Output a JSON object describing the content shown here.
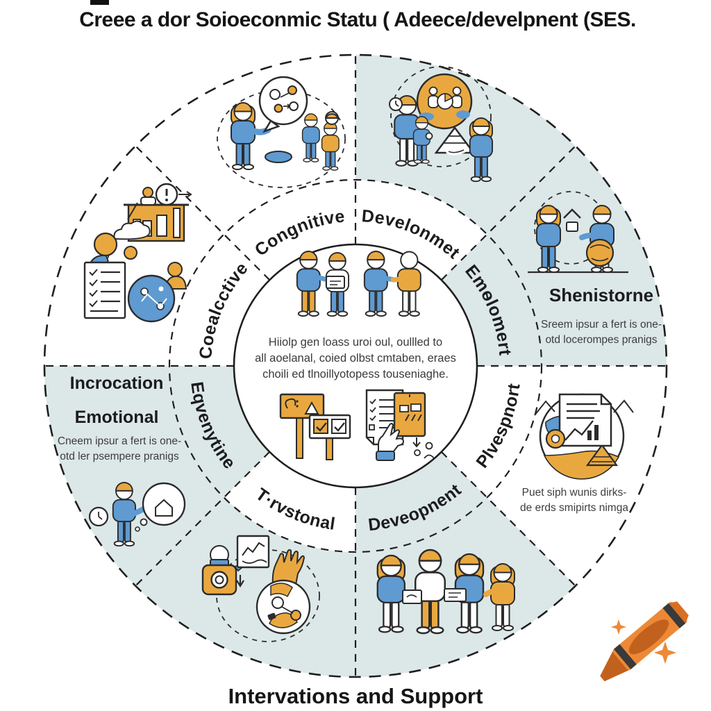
{
  "title": "Creee a dor Soioeconmic Statu ( Adeece/develpnent (SES.",
  "footer": "Intervations and Support",
  "ring_labels": {
    "top_left": "Congnitive",
    "top_right": "Develonmet",
    "right_upper": "Emѳlomert",
    "right_lower": "Plvespnort",
    "bottom_right": "Deveopnent",
    "bottom_left": "T·rvstonal",
    "left_lower": "Eqvenytine",
    "left_upper": "Coealcctive"
  },
  "center": {
    "lines": [
      "Hiiolp gen loass uroi oul, oullled to",
      "all aoelanal, coied olbst cmtaben, eraes",
      "choili ed tlnoillyotopess touseniaghe."
    ]
  },
  "sections": {
    "right": {
      "heading": "Shenistorne",
      "line1": "Sreem ipsur a fert is one-",
      "line2": "otd locerompes pranigs"
    },
    "left": {
      "heading1": "Incrocation",
      "heading2": "Emotional",
      "line1": "Cneem ipsur a fert is one-",
      "line2": "otd ler psempere pranigs"
    },
    "right_lower": {
      "line1": "Puet siph wunis dirks-",
      "line2": "de erds smipirts nimga"
    }
  },
  "colors": {
    "accent_blue": "#5f9ad1",
    "accent_orange": "#e9a83f",
    "sector_pale": "#dce7e8",
    "outline": "#2b2b2b",
    "crayon_orange": "#ED8936",
    "crayon_dark": "#C2611E",
    "crayon_band": "#3A3A3A"
  },
  "icon_names": [
    "speech-bubble-icon",
    "group-people-icon",
    "pie-circle-icon",
    "pyramid-icon",
    "house-exchange-icon",
    "globe-report-icon",
    "document-icon",
    "badge-icon",
    "family-cards-icon",
    "camera-icon",
    "hand-icon",
    "globe-icon",
    "thought-bubble-icon",
    "clock-icon",
    "building-icon",
    "checklist-icon",
    "molecule-icon",
    "exclamation-icon",
    "billboard-icon",
    "pointing-hand-icon",
    "crayon-icon",
    "sparkle-icon"
  ]
}
